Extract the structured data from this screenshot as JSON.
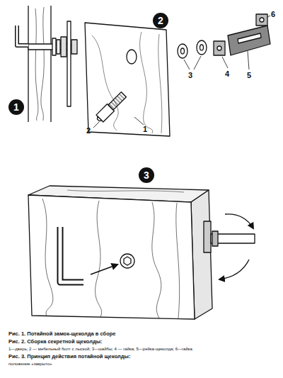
{
  "diagram": {
    "labels": [
      "1",
      "2",
      "3",
      "1",
      "2",
      "3",
      "4",
      "5",
      "6",
      "Рис. 1. Потайной замок-щеколда в сборе",
      "Рис. 2. Сборка секретной щеколды:",
      "1—дверь; 2 — мебельный болт с лыской; 3—шайбы; 4 — гайка; 5—рейка-щеколда; 6—гайка",
      "Рис. 3. Принцип действия потайной щеколды:",
      "положение «закрыто»"
    ]
  }
}
